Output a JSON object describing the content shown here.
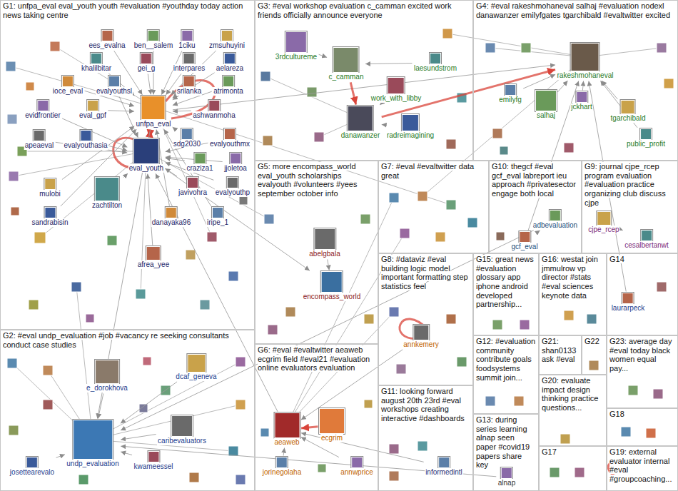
{
  "diagram": {
    "nodes": [
      {
        "text": [
          "G1: unfpa_eval eval_youth youth #evaluation #youthday today action news taking centre"
        ]
      },
      {
        "text": [
          "ees_evalna"
        ],
        "in": 0
      },
      {
        "text": [
          "ben__salem"
        ],
        "in": 0
      },
      {
        "text": [
          "1ciku"
        ],
        "in": 0
      },
      {
        "text": [
          "zmsuhuyini"
        ],
        "in": 0
      },
      {
        "text": [
          "khalilbitar"
        ],
        "in": 0
      },
      {
        "text": [
          "gei_g"
        ],
        "in": 0
      },
      {
        "text": [
          "interpares"
        ],
        "in": 0
      },
      {
        "text": [
          "aelareza"
        ],
        "in": 0
      },
      {
        "text": [
          "ioce_eval"
        ],
        "in": 0
      },
      {
        "text": [
          "evalyouthsl"
        ],
        "in": 0
      },
      {
        "text": [
          "srilanka"
        ],
        "in": 0
      },
      {
        "text": [
          "atrimonta"
        ],
        "in": 0
      },
      {
        "text": [
          "evidfrontier"
        ],
        "in": 0
      },
      {
        "text": [
          "eval_gpf"
        ],
        "in": 0
      },
      {
        "text": [
          "unfpa_eval"
        ],
        "in": 0
      },
      {
        "text": [
          "ashwanmoha"
        ],
        "in": 0
      },
      {
        "text": [
          "apeaeval"
        ],
        "in": 0
      },
      {
        "text": [
          "evalyouthasia"
        ],
        "in": 0
      },
      {
        "text": [
          "eval_youth"
        ],
        "in": 0
      },
      {
        "text": [
          "sdg2030"
        ],
        "in": 0
      },
      {
        "text": [
          "evalyouthmx"
        ],
        "in": 0
      },
      {
        "text": [
          "craziza1"
        ],
        "in": 0
      },
      {
        "text": [
          "jjoletoa"
        ],
        "in": 0
      },
      {
        "text": [
          "mulobi"
        ],
        "in": 0
      },
      {
        "text": [
          "zachtilton"
        ],
        "in": 0
      },
      {
        "text": [
          "javivohra"
        ],
        "in": 0
      },
      {
        "text": [
          "evalyouthp"
        ],
        "in": 0
      },
      {
        "text": [
          "sandrabisin"
        ],
        "in": 0
      },
      {
        "text": [
          "danayaka96"
        ],
        "in": 0
      },
      {
        "text": [
          "iripe_1"
        ],
        "in": 0
      },
      {
        "text": [
          "afrea_yee"
        ],
        "in": 0
      },
      {
        "text": [
          "G3: #eval workshop evaluation c_camman excited work friends officially announce everyone"
        ]
      },
      {
        "text": [
          "3rdcultureme"
        ],
        "in": 32
      },
      {
        "text": [
          "c_camman"
        ],
        "in": 32
      },
      {
        "text": [
          "laesundstrom"
        ],
        "in": 32
      },
      {
        "text": [
          "work_with_libby"
        ],
        "in": 32
      },
      {
        "text": [
          "danawanzer"
        ],
        "in": 32
      },
      {
        "text": [
          "radreimagining"
        ],
        "in": 32
      },
      {
        "text": [
          "G4: #eval rakeshmohaneval salhaj #evaluation nodexl danawanzer emilyfgates tgarchibald #evaltwitter excited"
        ]
      },
      {
        "text": [
          "emilyfg"
        ],
        "in": 39
      },
      {
        "text": [
          "rakeshmohaneval"
        ],
        "in": 39
      },
      {
        "text": [
          "salhaj"
        ],
        "in": 39
      },
      {
        "text": [
          "jckhart"
        ],
        "in": 39
      },
      {
        "text": [
          "tgarchibald"
        ],
        "in": 39
      },
      {
        "text": [
          "public_profit"
        ],
        "in": 39
      },
      {
        "text": [
          "G5: more encompass_world eval_youth scholarships evalyouth #volunteers #yees september october info"
        ]
      },
      {
        "text": [
          "abelgbala"
        ],
        "in": 46
      },
      {
        "text": [
          "encompass_world"
        ],
        "in": 46
      },
      {
        "text": [
          "G7: #eval #evaltwitter data great"
        ]
      },
      {
        "text": [
          "G10: thegcf #eval gcf_eval labreport ieu approach #privatesector engage both local"
        ]
      },
      {
        "text": [
          "gcf_eval"
        ],
        "in": 50
      },
      {
        "text": [
          "adbevaluation"
        ],
        "in": 50
      },
      {
        "text": [
          "G9: journal cjpe_rcep program evaluation #evaluation practice organizing club discuss cjpe"
        ]
      },
      {
        "text": [
          "cjpe_rcep"
        ],
        "in": 53
      },
      {
        "text": [
          "cesalbertanwt"
        ],
        "in": 53
      },
      {
        "text": [
          "G8: #dataviz #eval building logic model important formatting step statistics feel"
        ]
      },
      {
        "text": [
          "annkemery"
        ],
        "in": 56
      },
      {
        "text": [
          "G15: great news #evaluation glossary app iphone android developed partnership..."
        ]
      },
      {
        "text": [
          "G16: westat join jmmulrow vp director #stats #eval sciences keynote data"
        ]
      },
      {
        "text": [
          "G14"
        ]
      },
      {
        "text": [
          "laurarpeck"
        ],
        "in": 60
      },
      {
        "text": [
          "G2: #eval undp_evaluation #job #vacancy re seeking consultants conduct case studies"
        ]
      },
      {
        "text": [
          "e_dorokhova"
        ],
        "in": 62
      },
      {
        "text": [
          "dcaf_geneva"
        ],
        "in": 62
      },
      {
        "text": [
          "undp_evaluation"
        ],
        "in": 62
      },
      {
        "text": [
          "kwameessel"
        ],
        "in": 62
      },
      {
        "text": [
          "caribevaluators"
        ],
        "in": 62
      },
      {
        "text": [
          "josettearevalo"
        ],
        "in": 62
      },
      {
        "text": [
          "G6: #eval #evaltwitter aeaweb ecgrim field #eval21 #evaluation online evaluators evaluation"
        ]
      },
      {
        "text": [
          "jorinegolaha"
        ],
        "in": 69
      },
      {
        "text": [
          "aeaweb"
        ],
        "in": 69
      },
      {
        "text": [
          "ecgrim"
        ],
        "in": 69
      },
      {
        "text": [
          "annwprice"
        ],
        "in": 69
      },
      {
        "text": [
          "G12: #evaluation community contribute goals foodsystems summit join..."
        ]
      },
      {
        "text": [
          "G21: shan0133 ask #eval"
        ]
      },
      {
        "text": [
          "G22"
        ]
      },
      {
        "text": [
          "G23: average day #eval today black women equal pay..."
        ]
      },
      {
        "text": [
          "G20: evaluate impact design thinking practice questions..."
        ]
      },
      {
        "text": [
          "G11: looking forward august 20th 23rd #eval workshops creating interactive #dashboards"
        ]
      },
      {
        "text": [
          "informedintl"
        ],
        "in": 79
      },
      {
        "text": [
          "G18"
        ]
      },
      {
        "text": [
          "G13: during series learning alnap seen paper #covid19 papers share key"
        ]
      },
      {
        "text": [
          "alnap"
        ],
        "in": 82
      },
      {
        "text": [
          "G17"
        ]
      },
      {
        "text": [
          "G19: external evaluator internal #eval #groupcoaching..."
        ]
      }
    ],
    "edges": [
      {
        "from": 1,
        "to": 15,
        "arrow": "to"
      },
      {
        "from": 2,
        "to": 15,
        "arrow": "to"
      },
      {
        "from": 3,
        "to": 15,
        "arrow": "to"
      },
      {
        "from": 4,
        "to": 15,
        "arrow": "to"
      },
      {
        "from": 5,
        "to": 15,
        "arrow": "to"
      },
      {
        "from": 6,
        "to": 15,
        "arrow": "to"
      },
      {
        "from": 7,
        "to": 15,
        "arrow": "to"
      },
      {
        "from": 8,
        "to": 15,
        "arrow": "to"
      },
      {
        "from": 9,
        "to": 15,
        "arrow": "to"
      },
      {
        "from": 10,
        "to": 19,
        "arrow": "to"
      },
      {
        "from": 11,
        "to": 15,
        "arrow": "to"
      },
      {
        "from": 12,
        "to": 15,
        "arrow": "to"
      },
      {
        "from": 13,
        "to": 19,
        "arrow": "to"
      },
      {
        "from": 14,
        "to": 15,
        "arrow": "to"
      },
      {
        "from": 16,
        "to": 15,
        "arrow": "to"
      },
      {
        "from": 17,
        "to": 19,
        "arrow": "to"
      },
      {
        "from": 18,
        "to": 19,
        "arrow": "to"
      },
      {
        "from": 20,
        "to": 15,
        "arrow": "to"
      },
      {
        "from": 21,
        "to": 19,
        "arrow": "to"
      },
      {
        "from": 22,
        "to": 19,
        "arrow": "to"
      },
      {
        "from": 23,
        "to": 19,
        "arrow": "to"
      },
      {
        "from": 24,
        "to": 15,
        "arrow": "to"
      },
      {
        "from": 25,
        "to": 19,
        "arrow": "to"
      },
      {
        "from": 26,
        "to": 19,
        "arrow": "to"
      },
      {
        "from": 27,
        "to": 19,
        "arrow": "to"
      },
      {
        "from": 28,
        "to": 15,
        "arrow": "to"
      },
      {
        "from": 29,
        "to": 15,
        "arrow": "to"
      },
      {
        "from": 30,
        "to": 15,
        "arrow": "to"
      },
      {
        "from": 31,
        "to": 19,
        "arrow": "to"
      },
      {
        "from": 19,
        "to": 15,
        "arrow": "both"
      },
      {
        "from": 19,
        "to": 48,
        "arrow": "to"
      },
      {
        "from": 15,
        "to": 65,
        "arrow": "to"
      },
      {
        "from": 15,
        "to": 41,
        "arrow": "to"
      },
      {
        "from": 33,
        "to": 34,
        "arrow": "to"
      },
      {
        "from": 35,
        "to": 34,
        "arrow": "to"
      },
      {
        "from": 34,
        "to": 37,
        "arrow": "to"
      },
      {
        "from": 36,
        "to": 37,
        "arrow": "to"
      },
      {
        "from": 38,
        "to": 37,
        "arrow": "to"
      },
      {
        "from": 37,
        "to": 41,
        "arrow": "to"
      },
      {
        "from": 40,
        "to": 41,
        "arrow": "to"
      },
      {
        "from": 42,
        "to": 41,
        "arrow": "to"
      },
      {
        "from": 43,
        "to": 41,
        "arrow": "to"
      },
      {
        "from": 44,
        "to": 41,
        "arrow": "to"
      },
      {
        "from": 45,
        "to": 41,
        "arrow": "to"
      },
      {
        "from": 47,
        "to": 48,
        "arrow": "to"
      },
      {
        "from": 51,
        "to": 52,
        "arrow": "to"
      },
      {
        "from": 52,
        "to": 65,
        "arrow": "to"
      },
      {
        "from": 54,
        "to": 55,
        "arrow": "to"
      },
      {
        "from": 57,
        "to": 71,
        "arrow": "to"
      },
      {
        "from": 63,
        "to": 65,
        "arrow": "to"
      },
      {
        "from": 64,
        "to": 65,
        "arrow": "to"
      },
      {
        "from": 66,
        "to": 65,
        "arrow": "to"
      },
      {
        "from": 67,
        "to": 65,
        "arrow": "to"
      },
      {
        "from": 68,
        "to": 65,
        "arrow": "to"
      },
      {
        "from": 70,
        "to": 71,
        "arrow": "to"
      },
      {
        "from": 72,
        "to": 71,
        "arrow": "to"
      },
      {
        "from": 73,
        "to": 71,
        "arrow": "to"
      },
      {
        "from": 80,
        "to": 71,
        "arrow": "to"
      },
      {
        "from": 83,
        "to": 65,
        "arrow": "to"
      },
      {
        "from": 61,
        "to": 41,
        "arrow": "to"
      },
      {
        "from": 71,
        "to": 19,
        "arrow": "to"
      },
      {
        "from": 51,
        "to": 41,
        "arrow": "to"
      }
    ]
  }
}
